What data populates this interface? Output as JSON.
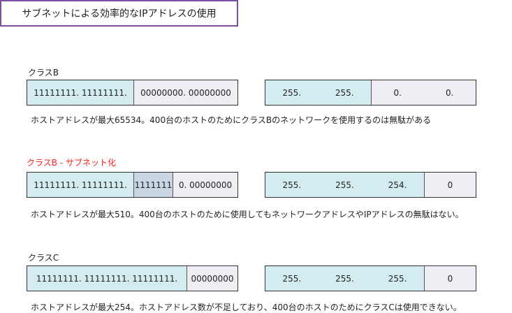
{
  "title": "サブネットによる効率的なIPアドレスの使用",
  "colors": {
    "network": "#d3ecf0",
    "subnet": "#c9d5e3",
    "host": "#f0eef4",
    "highlight": "#ff2020",
    "title_border": "#7a4ea0"
  },
  "rows": [
    {
      "label": "クラスB",
      "bits_network": "11111111. 11111111.",
      "bits_host": "00000000. 00000000",
      "mask": [
        "255.",
        "255.",
        "0.",
        "0."
      ],
      "note": "ホストアドレスが最大65534。400台のホストのためにクラスBのネットワークを使用するのは無駄がある"
    },
    {
      "label": "クラスB - サブネット化",
      "bits_network": "11111111. 11111111.",
      "bits_subnet": "1111111",
      "bits_host": "0. 00000000",
      "mask": [
        "255.",
        "255.",
        "254.",
        "0"
      ],
      "note": "ホストアドレスが最大510。400台のホストのために使用してもネットワークアドレスやIPアドレスの無駄はない。"
    },
    {
      "label": "クラスC",
      "bits_network": "11111111. 11111111. 11111111.",
      "bits_host": "00000000",
      "mask": [
        "255.",
        "255.",
        "255.",
        "0"
      ],
      "note": "ホストアドレスが最大254。ホストアドレス数が不足しており、400台のホストのためにクラスCは使用できない。"
    }
  ]
}
